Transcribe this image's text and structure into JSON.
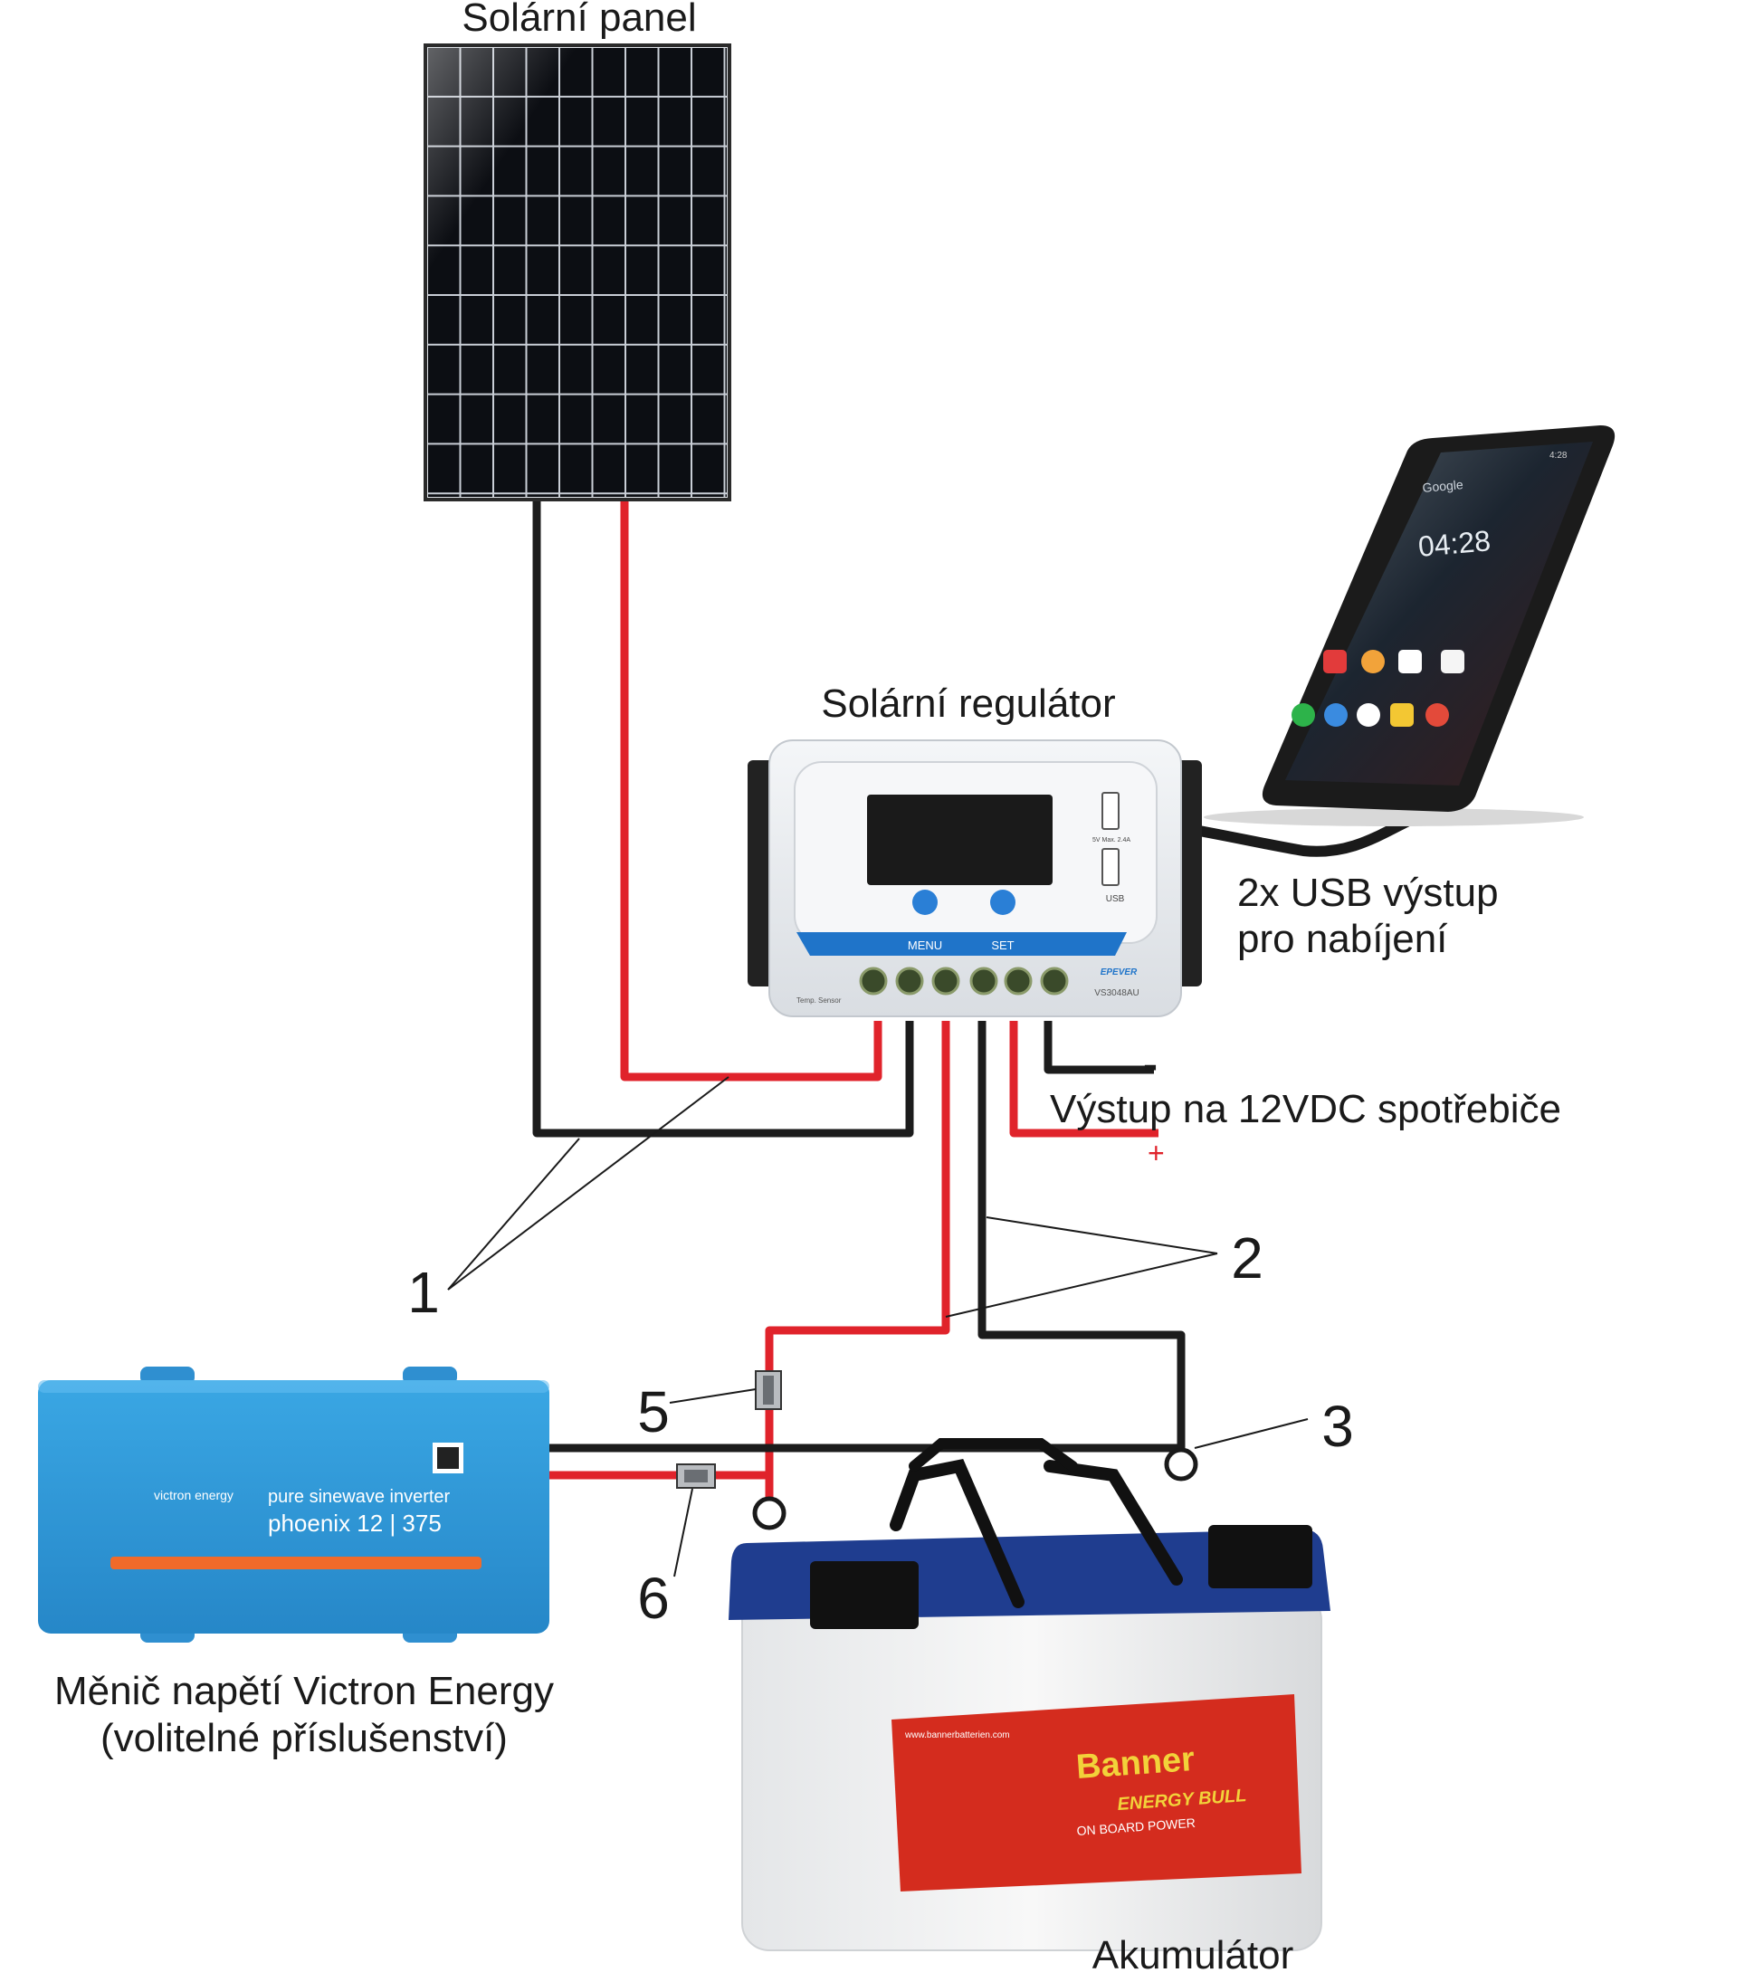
{
  "labels": {
    "solar_panel": "Solární panel",
    "regulator": "Solární regulátor",
    "usb_line1": "2x USB výstup",
    "usb_line2": "pro nabíjení",
    "output": "Výstup na 12VDC spotřebiče",
    "output_minus": "-",
    "output_plus": "+",
    "inverter_line1": "Měnič napětí Victron Energy",
    "inverter_line2": "(volitelné příslušenství)",
    "battery": "Akumulátor"
  },
  "callouts": {
    "n1": "1",
    "n2": "2",
    "n3": "3",
    "n5": "5",
    "n6": "6"
  },
  "regulator_face": {
    "menu": "MENU",
    "set": "SET",
    "brand": "EPEVER",
    "model": "VS3048AU",
    "usb": "USB",
    "usb_rating": "5V  Max. 2.4A",
    "temp_sensor": "Temp. Sensor"
  },
  "phone_screen": {
    "search": "Google",
    "time": "04:28",
    "status_time": "4:28"
  },
  "inverter_face": {
    "brand": "victron energy",
    "tagline": "pure sinewave inverter",
    "model": "phoenix 12 | 375"
  },
  "battery_face": {
    "brand": "Banner",
    "product": "ENERGY BULL",
    "subtitle": "ON BOARD POWER",
    "url": "www.bannerbatterien.com"
  },
  "colors": {
    "positive_wire": "#e0232b",
    "negative_wire": "#1c1c1c",
    "inverter_blue": "#2f9ad8",
    "inverter_stripe": "#f06a2a",
    "battery_lid": "#1f3d8f",
    "battery_label": "#d42c1e",
    "regulator_band": "#1f74c9"
  }
}
